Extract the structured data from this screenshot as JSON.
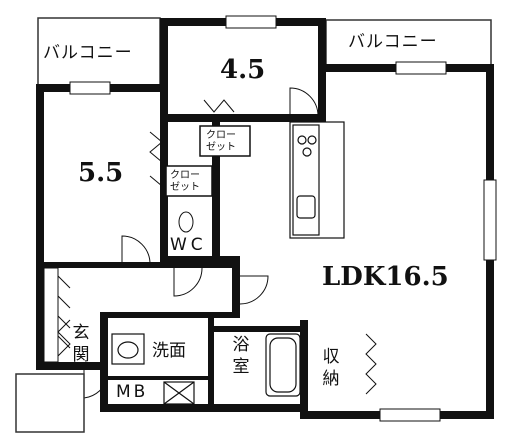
{
  "rooms": {
    "balcony_left": "バルコニー",
    "balcony_right": "バルコニー",
    "room_4_5": "4.5",
    "room_5_5": "5.5",
    "closet_a_line1": "クロー",
    "closet_a_line2": "ゼット",
    "closet_b_line1": "クロー",
    "closet_b_line2": "ゼット",
    "wc": "WC",
    "ldk": "LDK16.5",
    "entrance": "玄関",
    "washroom": "洗面",
    "bathroom": "浴室",
    "storage": "収納",
    "mb": "MB"
  },
  "colors": {
    "wall": "#111111",
    "line": "#333333",
    "background": "#ffffff"
  }
}
